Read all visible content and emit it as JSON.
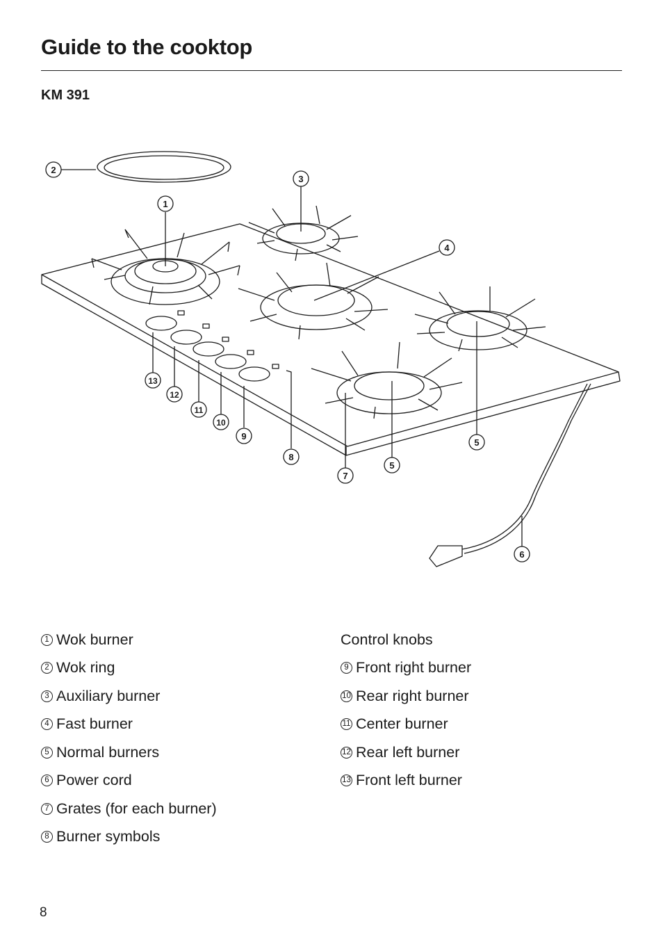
{
  "header": {
    "title": "Guide to the cooktop",
    "model": "KM 391"
  },
  "diagram": {
    "callouts": [
      "1",
      "2",
      "3",
      "4",
      "5",
      "5",
      "6",
      "7",
      "8",
      "9",
      "10",
      "11",
      "12",
      "13"
    ]
  },
  "legend": {
    "left": [
      {
        "num": "1",
        "text": "Wok burner"
      },
      {
        "num": "2",
        "text": "Wok ring"
      },
      {
        "num": "3",
        "text": "Auxiliary burner"
      },
      {
        "num": "4",
        "text": "Fast burner"
      },
      {
        "num": "5",
        "text": "Normal burners"
      },
      {
        "num": "6",
        "text": "Power cord"
      },
      {
        "num": "7",
        "text": "Grates (for each burner)"
      },
      {
        "num": "8",
        "text": "Burner symbols"
      }
    ],
    "right_heading": "Control knobs",
    "right": [
      {
        "num": "9",
        "text": "Front right burner"
      },
      {
        "num": "10",
        "text": "Rear right burner"
      },
      {
        "num": "11",
        "text": "Center burner"
      },
      {
        "num": "12",
        "text": "Rear left burner"
      },
      {
        "num": "13",
        "text": "Front left burner"
      }
    ]
  },
  "footer": {
    "page_number": "8"
  }
}
